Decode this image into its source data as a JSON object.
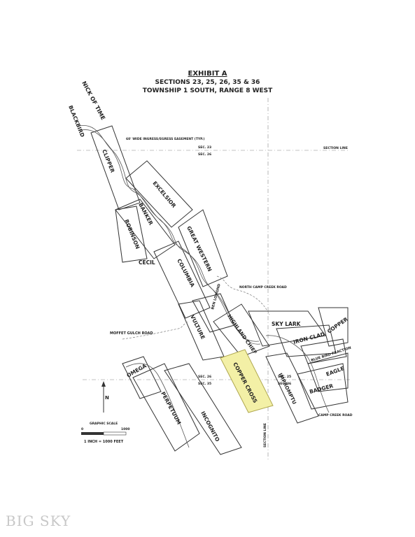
{
  "title": {
    "exhibit": "EXHIBIT A",
    "sections": "SECTIONS 23, 25, 26, 35 & 36",
    "township": "TOWNSHIP 1 SOUTH, RANGE 8 WEST"
  },
  "claims": {
    "nick_of_time": "NICK OF TIME",
    "blackbird": "BLACKBIRD",
    "clipper": "CLIPPER",
    "excelsior": "EXCELSIOR",
    "banker": "BANKER",
    "robinson": "ROBINSON",
    "great_western": "GREAT WESTERN",
    "cecil": "CECIL",
    "columbia": "COLUMBIA",
    "ben_lomond": "BEN LOMOND",
    "vulture": "VULTURE",
    "highland_chief": "HIGHLAND CHIEF",
    "sky_lark": "SKY LARK",
    "copper": "COPPER",
    "iron_clad": "IRON CLAD",
    "blue_bird_fraction": "BLUE BIRD FRACTION",
    "eagle": "EAGLE",
    "badger": "BADGER",
    "impromptu": "IMPROMPTU",
    "copper_cross": "COPPER CROSS",
    "omega": "OMEGA",
    "perpetuum": "PERPETUUM",
    "incognito": "INCOGNITO"
  },
  "annotations": {
    "easement": "60' WIDE INGRESS/EGRESS EASEMENT (TYP.)",
    "north_camp_creek_road": "NORTH CAMP CREEK ROAD",
    "moffet_gulch_road": "MOFFET GULCH ROAD",
    "camp_creek_road": "CAMP CREEK ROAD",
    "section_line": "SECTION LINE",
    "sec_23": "SEC. 23",
    "sec_26": "SEC. 26",
    "sec_25": "SEC. 25",
    "sec_36": "SEC. 36",
    "sec_35": "SEC. 35",
    "north": "N",
    "graphic_scale": "GRAPHIC SCALE",
    "scale_0": "0",
    "scale_1000": "1000",
    "scale_text": "1 INCH = 1000 FEET"
  },
  "highlight_color": "#f3f0a6",
  "logo": "BIG SKY"
}
